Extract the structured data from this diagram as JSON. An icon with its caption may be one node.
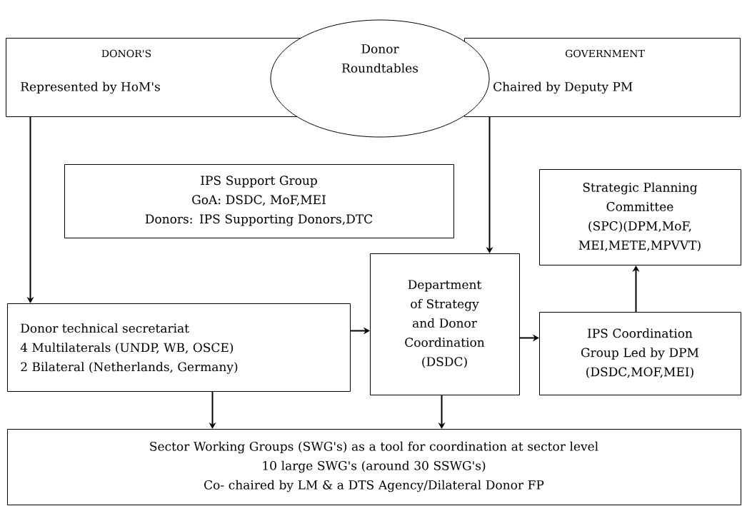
{
  "diagram": {
    "nodes": [
      {
        "text": [
          "DONOR'S",
          "Represented by HoM's"
        ]
      },
      {
        "text": [
          "Donor Roundtables"
        ]
      },
      {
        "text": [
          "GOVERNMENT",
          "Chaired by Deputy PM"
        ]
      },
      {
        "text": [
          "IPS Support Group",
          "GoA: DSDC, MoF,MEI",
          "Donors: IPS Supporting Donors,DTC"
        ]
      },
      {
        "text": [
          "Strategic Planning Committee",
          "(SPC)(DPM,MoF, MEI,METE,MPVVT)"
        ]
      },
      {
        "text": [
          "Donor technical secretariat",
          "4 Multilaterals (UNDP, WB, OSCE)",
          "2 Bilateral (Netherlands, Germany)"
        ]
      },
      {
        "text": [
          "Department of Strategy and Donor Coordination (DSDC)"
        ]
      },
      {
        "text": [
          "IPS Coordination Group Led by DPM",
          "(DSDC,MOF,MEI)"
        ]
      },
      {
        "text": [
          "Sector Working Groups (SWG's) as a tool for coordination at sector level",
          "10 large SWG's (around 30 SSWG's)",
          "Co- chaired by LM & a DTS Agency/Dilateral Donor FP"
        ]
      }
    ],
    "edges": [
      {
        "from": 0,
        "to": 5,
        "arrow": "to"
      },
      {
        "from": 2,
        "to": 6,
        "arrow": "to"
      },
      {
        "from": 5,
        "to": 6,
        "arrow": "to"
      },
      {
        "from": 6,
        "to": 7,
        "arrow": "to"
      },
      {
        "from": 7,
        "to": 4,
        "arrow": "to"
      },
      {
        "from": 5,
        "to": 8,
        "arrow": "to"
      },
      {
        "from": 6,
        "to": 8,
        "arrow": "to"
      }
    ]
  }
}
